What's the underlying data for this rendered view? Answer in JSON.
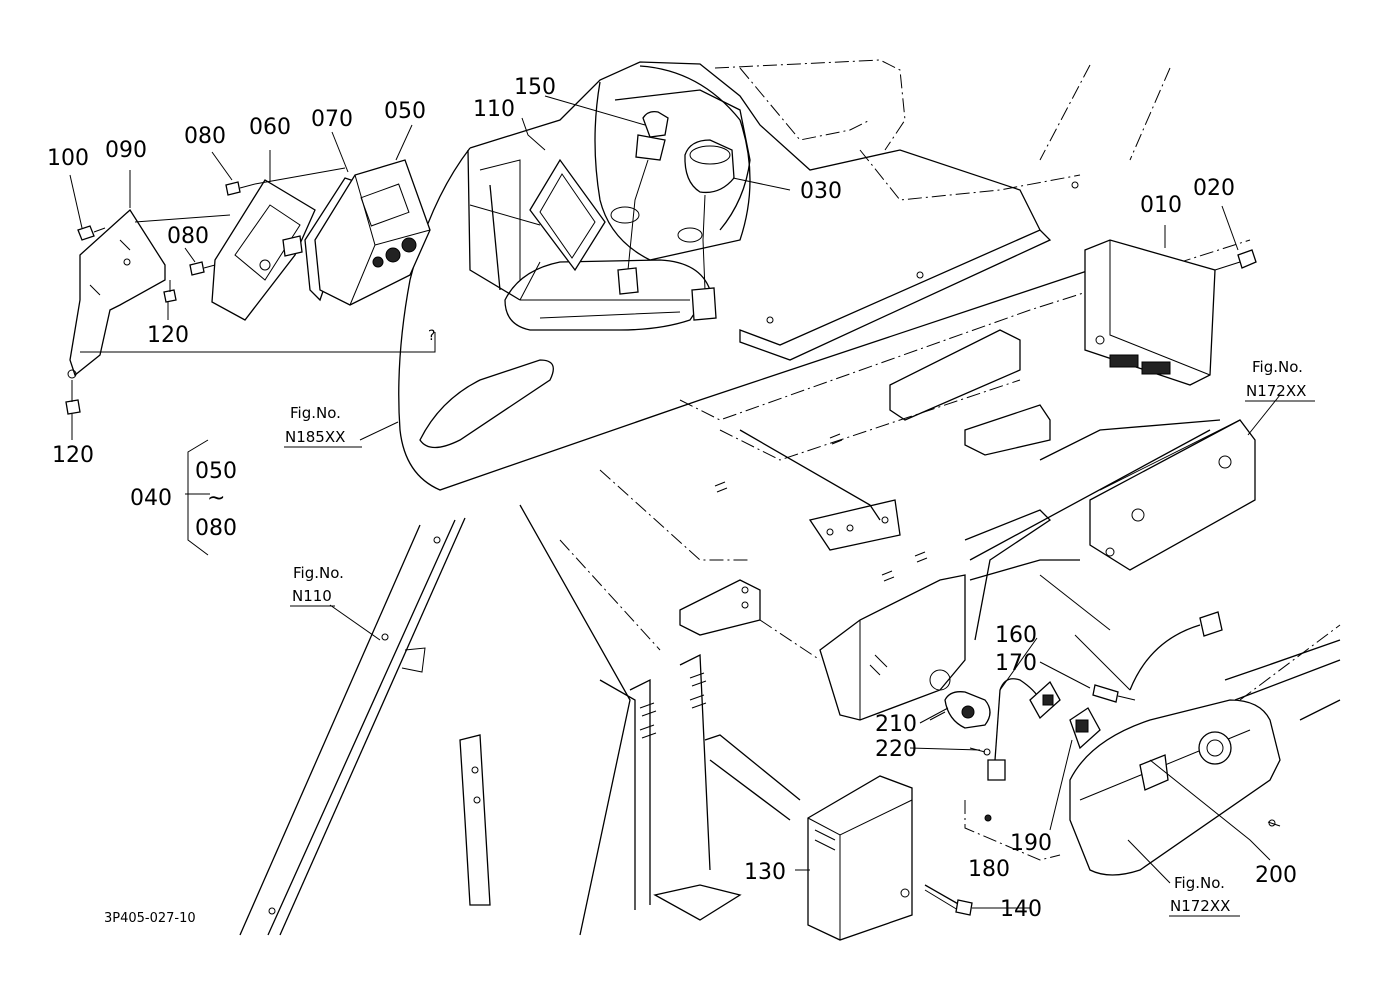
{
  "parts": {
    "p010": "010",
    "p020": "020",
    "p030": "030",
    "p040": "040",
    "p050": "050",
    "p060": "060",
    "p070": "070",
    "p080": "080",
    "p090": "090",
    "p100": "100",
    "p110": "110",
    "p120": "120",
    "p130": "130",
    "p140": "140",
    "p150": "150",
    "p160": "160",
    "p170": "170",
    "p180": "180",
    "p190": "190",
    "p200": "200",
    "p210": "210",
    "p220": "220"
  },
  "group": {
    "start": "050",
    "tilde": "~",
    "end": "080"
  },
  "figure_refs": {
    "fig_label": "Fig.No.",
    "n185": "N185XX",
    "n110": "N110",
    "n172": "N172XX"
  },
  "drawing_number": "3P405-027-10"
}
